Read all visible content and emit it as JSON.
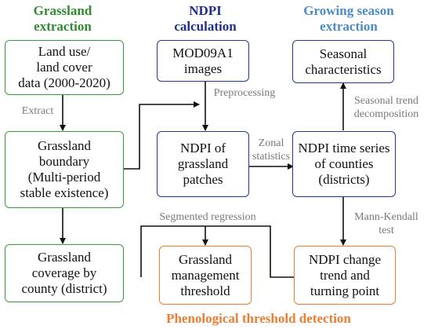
{
  "headers": {
    "grassland": [
      "Grassland",
      "extraction"
    ],
    "ndpi": [
      "NDPI",
      "calculation"
    ],
    "growing": [
      "Growing season",
      "extraction"
    ],
    "phenological": "Phenological threshold detection"
  },
  "boxes": {
    "land_use": [
      "Land use/",
      "land cover",
      "data (2000-2020)"
    ],
    "boundary": [
      "Grassland",
      "boundary",
      "(Multi-period",
      "stable existence)"
    ],
    "coverage": [
      "Grassland",
      "coverage by",
      "county (district)"
    ],
    "mod09": [
      "MOD09A1",
      "images"
    ],
    "ndpi_patches": [
      "NDPI of",
      "grassland",
      "patches"
    ],
    "management": [
      "Grassland",
      "management",
      "threshold"
    ],
    "seasonal": [
      "Seasonal",
      "characteristics"
    ],
    "timeseries": [
      "NDPI time series",
      "of counties",
      "(districts)"
    ],
    "change": [
      "NDPI change",
      "trend and",
      "turning point"
    ]
  },
  "labels": {
    "extract": "Extract",
    "preprocessing": "Preprocessing",
    "zonal": [
      "Zonal",
      "statistics"
    ],
    "seasonal_trend": [
      "Seasonal trend",
      "decomposition"
    ],
    "mann_kendall": [
      "Mann-Kendall",
      "test"
    ],
    "segmented": "Segmented regression"
  },
  "colors": {
    "green": "#3a9a3a",
    "blue": "#1f3a9a",
    "light_blue": "#4a8cc8",
    "orange": "#ee7d31",
    "arrow": "#111111",
    "label_gray": "#7a7a7a"
  }
}
